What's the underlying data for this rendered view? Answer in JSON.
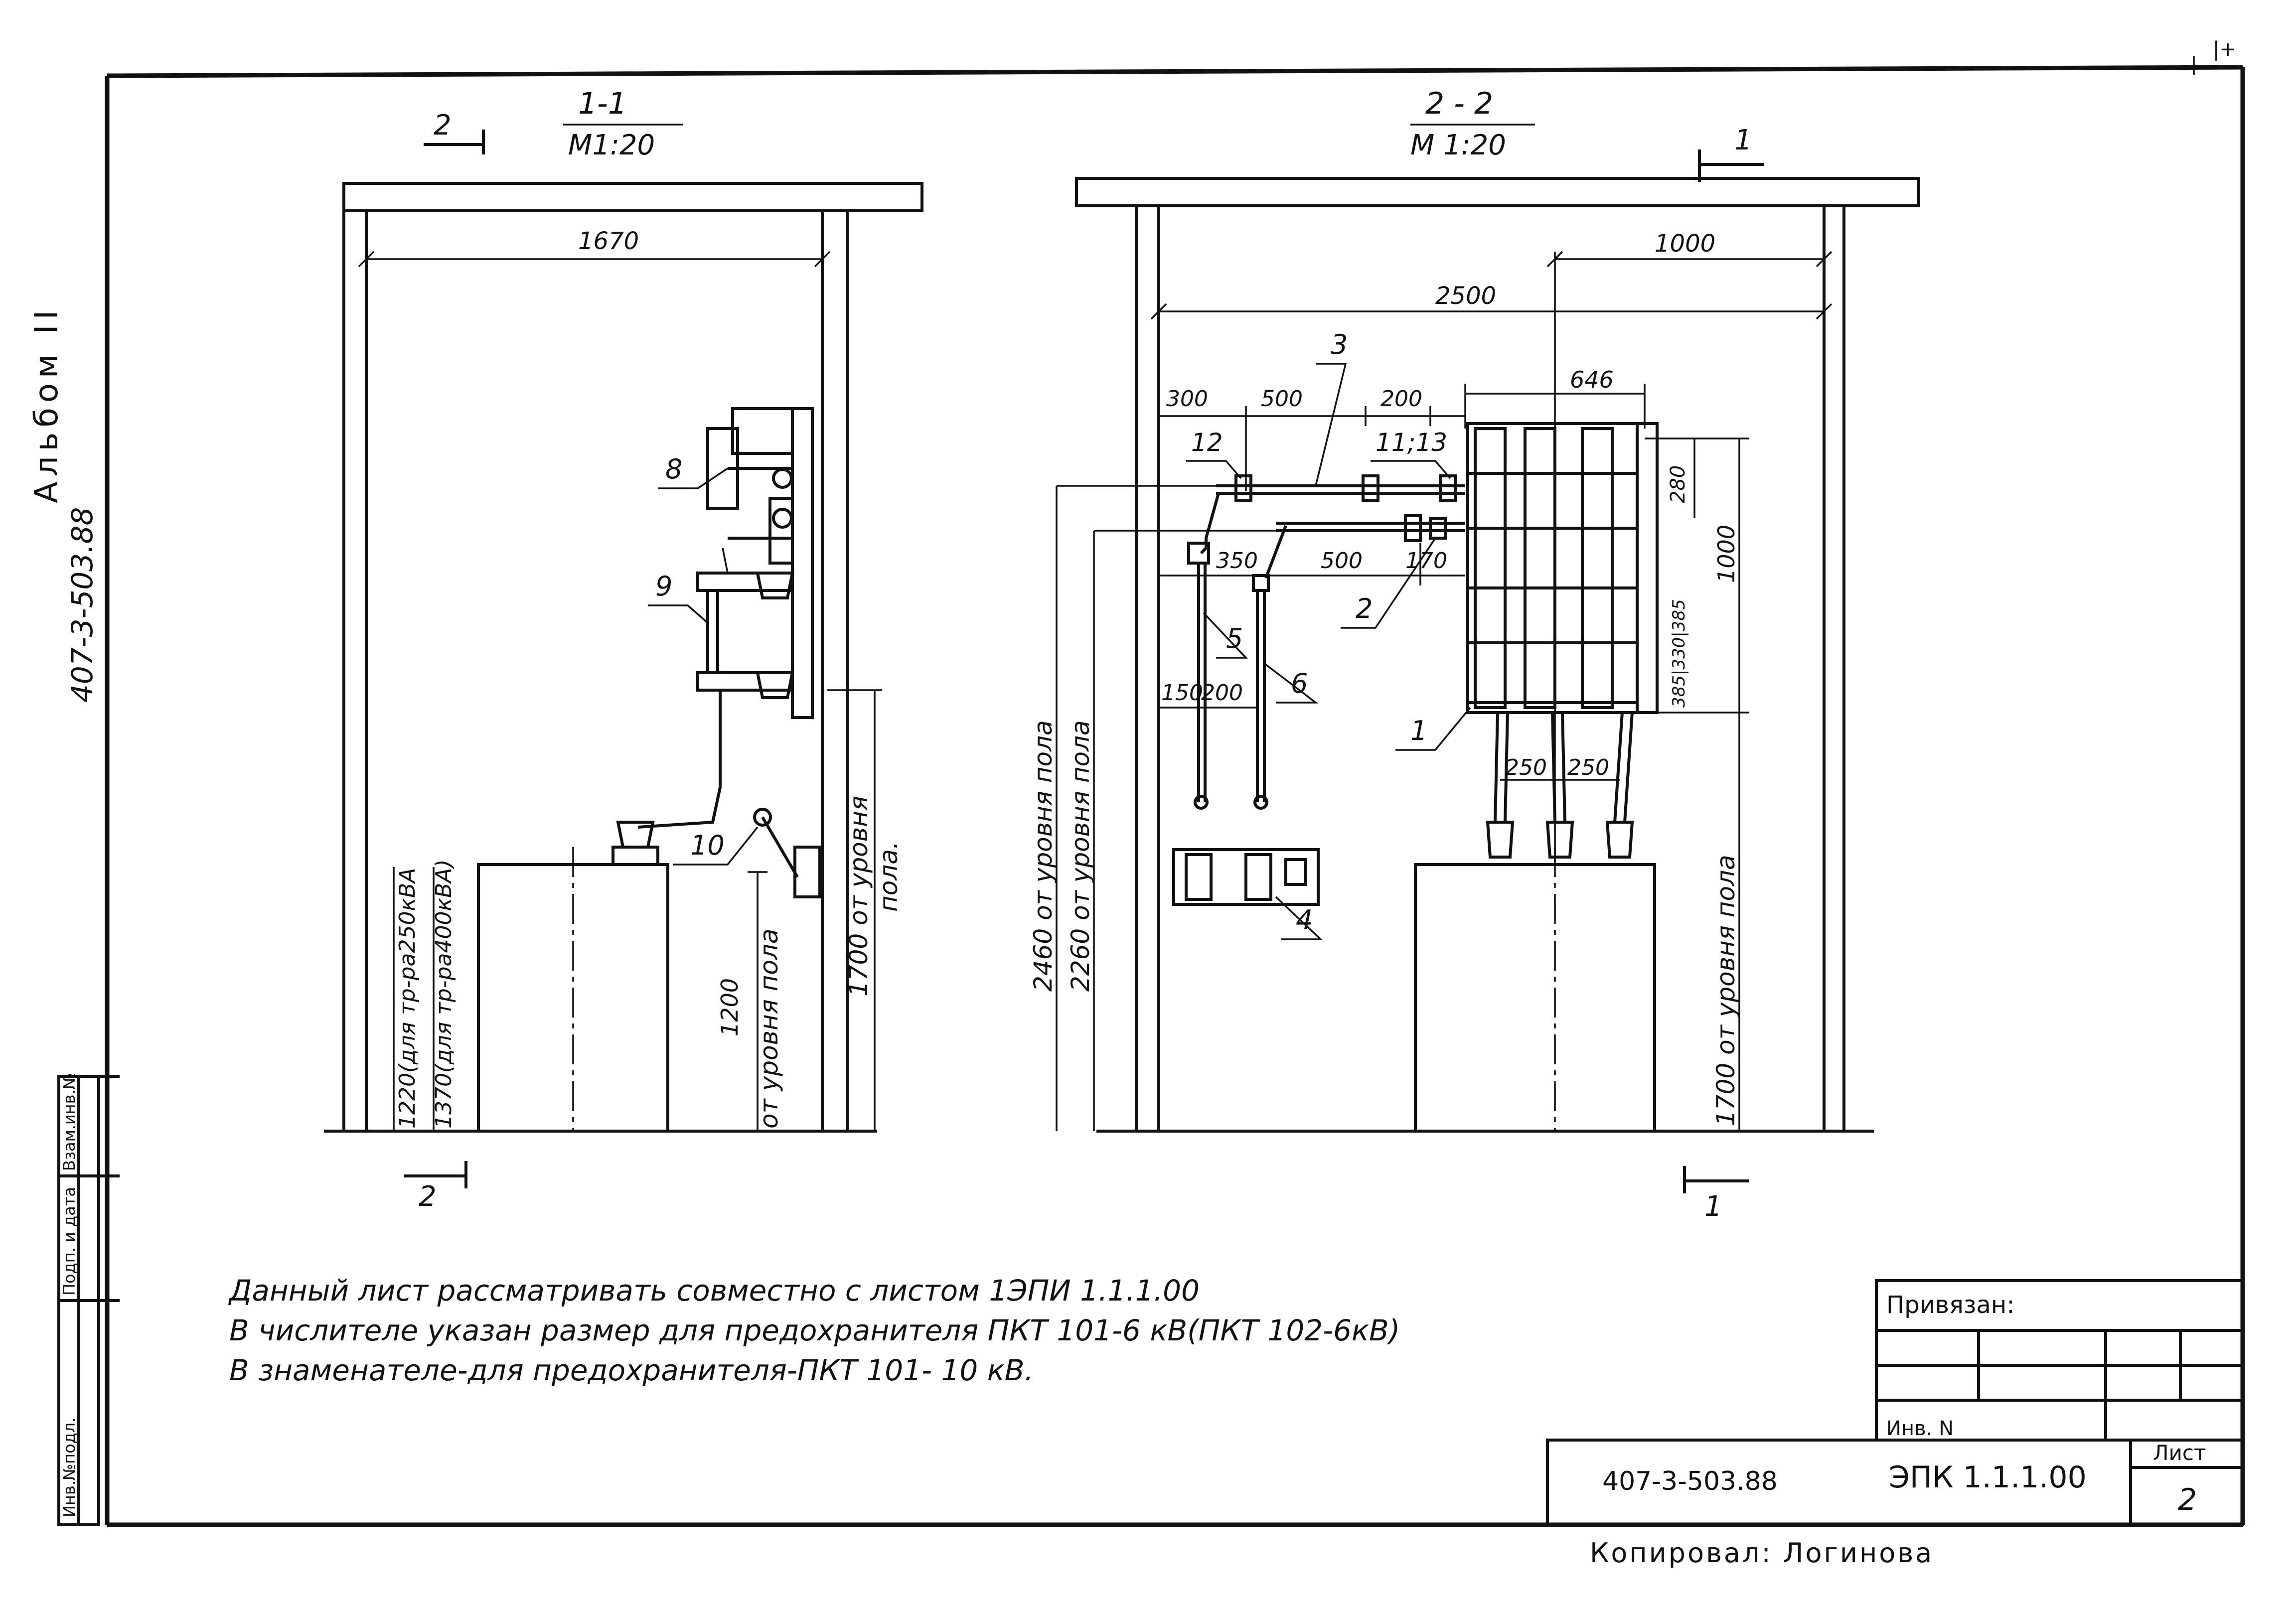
{
  "header": {
    "corner_mark": "|+",
    "album_label": "Альбом II",
    "project_code_vertical": "407-3-503.88"
  },
  "section_1_1": {
    "title": "1-1",
    "scale": "M1:20",
    "cut_mark_top": "2",
    "cut_mark_bottom": "2",
    "dim_width": "1670",
    "callouts": [
      "8",
      "9",
      "10"
    ],
    "vertical_dims": {
      "left_a": "1220(для тр-ра250кВА",
      "left_b": "1370(для тр-ра400кВА)",
      "mid_value": "1200",
      "mid_text": "от уровня пола",
      "right_value": "1700 от уровня",
      "right_text": "пола."
    }
  },
  "section_2_2": {
    "title": "2 - 2",
    "scale": "M 1:20",
    "cut_mark_top": "1",
    "cut_mark_bottom": "1",
    "dims_top": {
      "d1000": "1000",
      "d2500": "2500",
      "d646": "646",
      "d300": "300",
      "d500a": "500",
      "d200": "200",
      "d350": "350",
      "d500b": "500",
      "d170": "170",
      "d150": "150",
      "d200b": "200",
      "d280": "280",
      "d1000v": "1000",
      "d_frac": "385|330|385",
      "d250a": "250",
      "d250b": "250"
    },
    "callouts": [
      "1",
      "2",
      "3",
      "4",
      "5",
      "6",
      "11;13",
      "12"
    ],
    "vertical_dims": {
      "left_a": "2460 от уровня пола",
      "left_b": "2260 от уровня пола",
      "right": "1700 от уровня пола"
    }
  },
  "notes": [
    "Данный лист рассматривать совместно с листом 1ЭПИ 1.1.1.00",
    "В числителе указан размер для предохранителя ПКТ 101-6 кВ(ПКТ 102-6кВ)",
    "В знаменателе-для предохранителя-ПКТ 101- 10 кВ."
  ],
  "left_stamp": {
    "inv_podl": "Инв.№подл.",
    "podp_data": "Подп. и дата",
    "vzam_inv": "Взам.инв.№"
  },
  "title_block": {
    "privyazan": "Привязан:",
    "inv_n": "Инв. N",
    "doc_code": "407-3-503.88",
    "sheet_code": "ЭПК 1.1.1.00",
    "list_label": "Лист",
    "list_number": "2"
  },
  "copied_by": "Копировал: Логинова"
}
